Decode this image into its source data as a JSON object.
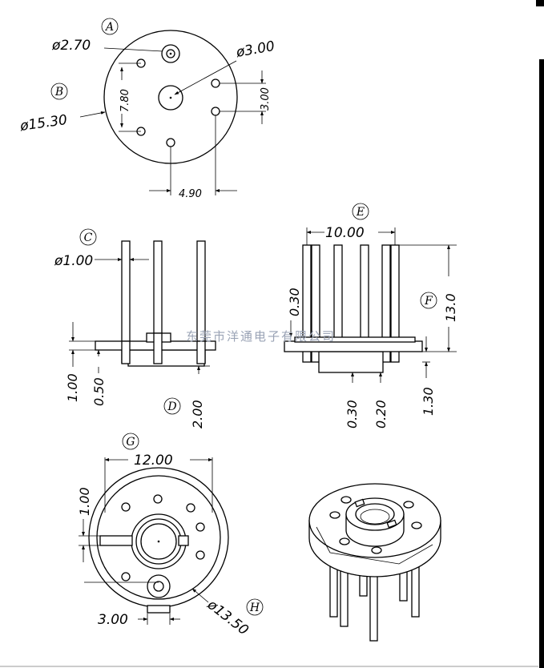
{
  "callouts": {
    "a": "A",
    "b": "B",
    "c": "C",
    "d": "D",
    "e": "E",
    "f": "F",
    "g": "G",
    "h": "H"
  },
  "top_view": {
    "dia_2_70": "ø2.70",
    "dia_3_00": "ø3.00",
    "dia_15_30": "ø15.30",
    "dim_7_80": "7.80",
    "dim_3_00": "3.00",
    "dim_4_90": "4.90"
  },
  "front_view": {
    "dia_1_00": "ø1.00",
    "dim_1_00": "1.00",
    "dim_0_50": "0.50",
    "dim_2_00": "2.00"
  },
  "side_view": {
    "dim_10_00": "10.00",
    "dim_0_30_top": "0.30",
    "dim_13_0": "13.0",
    "dim_0_30_bottom": "0.30",
    "dim_0_20": "0.20",
    "dim_1_30": "1.30"
  },
  "bottom_view": {
    "dim_12_00": "12.00",
    "dim_1_00": "1.00",
    "dim_3_00": "3.00",
    "dia_13_50": "ø13.50"
  },
  "watermark": "东莞市洋通电子有限公司",
  "colors": {
    "line": "#000000",
    "watermark": "#9aa3b5",
    "background": "#ffffff"
  }
}
